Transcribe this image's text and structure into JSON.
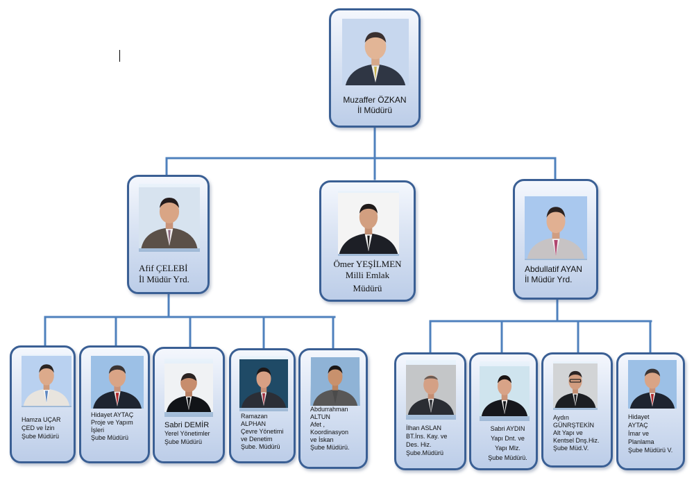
{
  "chart_title": "",
  "nodes": {
    "director": {
      "name": "Muzaffer ÖZKAN",
      "title": "İl Müdürü",
      "photo_icon": "person-photo-icon"
    },
    "deputy_left": {
      "name": "Afif ÇELEBİ",
      "title": "İl Müdür Yrd."
    },
    "milli_emlak": {
      "name": "Ömer YEŞİLMEN",
      "title_line1": "Milli Emlak",
      "title_line2": "Müdürü"
    },
    "deputy_right": {
      "name": "Abdullatif AYAN",
      "title": "İl Müdür Yrd."
    },
    "hamza": {
      "name": "Hamza UÇAR",
      "line1": "ÇED ve İzin",
      "line2": "Şube Müdürü"
    },
    "hidayet1": {
      "name": "Hidayet AYTAÇ",
      "line1": "Proje ve Yapım",
      "line2": "İşleri",
      "line3": "Şube Müdürü"
    },
    "sabri_demir": {
      "name": "Sabri DEMİR",
      "line1": "Yerel Yönetimler",
      "line2": "Şube Müdürü"
    },
    "ramazan": {
      "name_line1": "Ramazan",
      "name_line2": "ALPHAN",
      "line1": "Çevre Yönetimi",
      "line2": "ve Denetim",
      "line3": "Şube. Müdürü"
    },
    "abdurrahman": {
      "name_line1": "Abdurrahman",
      "name_line2": "ALTUN",
      "line1": "Afet ,",
      "line2": "Koordinasyon",
      "line3": "ve İskan",
      "line4": "Şube Müdürü."
    },
    "ilhan": {
      "name": "İlhan ASLAN",
      "line1": "BT.İns. Kay. ve",
      "line2": "Des. Hiz.",
      "line3": "Şube.Müdürü"
    },
    "sabri_aydin": {
      "name": "Sabri AYDIN",
      "line1": "Yapı Dnt.  ve",
      "line2": "Yapı Mlz.",
      "line3": "Şube Müdürü."
    },
    "aydin": {
      "name_line1": "Aydın",
      "name_line2": "GÜNRŞTEKİN",
      "line1": "Alt Yapı ve",
      "line2": "Kentsel Dnş.Hiz.",
      "line3": "Şube Müd.V."
    },
    "hidayet2": {
      "name_line1": "Hidayet",
      "name_line2": "AYTAÇ",
      "line1": "İmar ve",
      "line2": "Planlama",
      "line3": "Şube Müdürü V."
    }
  },
  "colors": {
    "border": "#3a5f94",
    "connector": "#4f81bd",
    "box_top": "#f4f7fd",
    "box_bottom": "#bccde8"
  }
}
